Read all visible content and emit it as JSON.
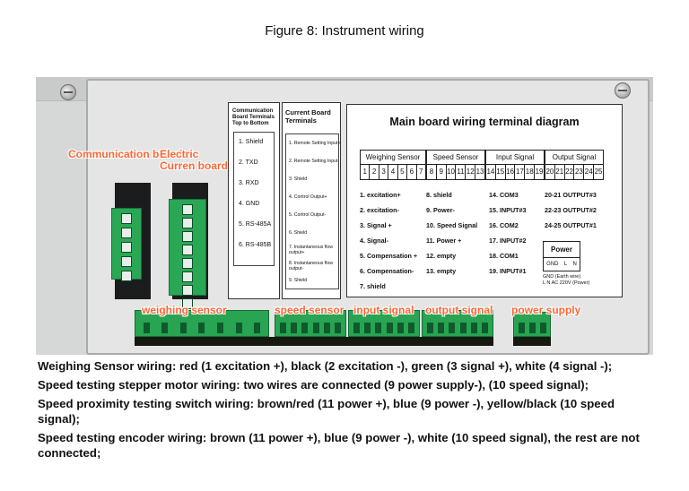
{
  "figure_title": "Figure 8: Instrument wiring",
  "photo_labels": {
    "communication_board": "Communication board",
    "electric_board": "Electric Curren board",
    "weighing_sensor": "weighing sensor",
    "speed_sensor": "speed sensor",
    "input_signal": "input signal",
    "output_signal": "output signal",
    "power_supply": "power supply"
  },
  "comm_card": {
    "title": "Communication Board Terminals Top to Bottom",
    "items": [
      "1. Shield",
      "2. TXD",
      "3. RXD",
      "4. GND",
      "5. RS-485A",
      "6. RS-485B"
    ]
  },
  "current_card": {
    "title": "Current Board Terminals",
    "items": [
      "1. Remote Setting Input+",
      "2. Remote Setting Input-",
      "3. Shield",
      "4. Control Output+",
      "5. Control Output-",
      "6. Shield",
      "7. Instantaneous flow output+",
      "8. Instantaneous flow output-",
      "9. Shield"
    ]
  },
  "main_card": {
    "title": "Main board wiring terminal diagram",
    "groups": [
      {
        "name": "Weighing Sensor",
        "terminals": [
          "1",
          "2",
          "3",
          "4",
          "5",
          "6",
          "7"
        ]
      },
      {
        "name": "Speed Sensor",
        "terminals": [
          "8",
          "9",
          "10",
          "11",
          "12",
          "13"
        ]
      },
      {
        "name": "Input Signal",
        "terminals": [
          "14",
          "15",
          "16",
          "17",
          "18",
          "19"
        ]
      },
      {
        "name": "Output Signal",
        "terminals": [
          "20",
          "21",
          "22",
          "23",
          "24",
          "25"
        ]
      }
    ],
    "col1": [
      "1. excitation+",
      "2. excitation-",
      "3. Signal +",
      "4. Signal-",
      "5. Compensation +",
      "6. Compensation-",
      "7. shield"
    ],
    "col2": [
      "8. shield",
      "9. Power-",
      "10. Speed Signal",
      "11. Power +",
      "12. empty",
      "13. empty"
    ],
    "col3": [
      "14. COM3",
      "15. INPUT#3",
      "16. COM2",
      "17. INPUT#2",
      "18. COM1",
      "19. INPUT#1"
    ],
    "col4": [
      "20-21 OUTPUT#3",
      "22-23 OUTPUT#2",
      "24-25 OUTPUT#1"
    ],
    "power": {
      "title": "Power",
      "pins": [
        "GND",
        "L",
        "N"
      ],
      "note1": "GND (Earth wire)",
      "note2": "L N AC 220V (Power)"
    }
  },
  "captions": [
    "Weighing Sensor wiring: red (1 excitation +), black (2 excitation -), green (3 signal +), white (4 signal -);",
    "Speed testing stepper motor wiring: two wires are connected (9 power supply-), (10 speed signal);",
    "Speed proximity testing switch wiring: brown/red (11 power +), blue (9 power -), yellow/black (10 speed signal);",
    "Speed testing encoder wiring: brown (11 power +), blue (9 power -), white (10 speed signal), the rest are not connected;"
  ]
}
